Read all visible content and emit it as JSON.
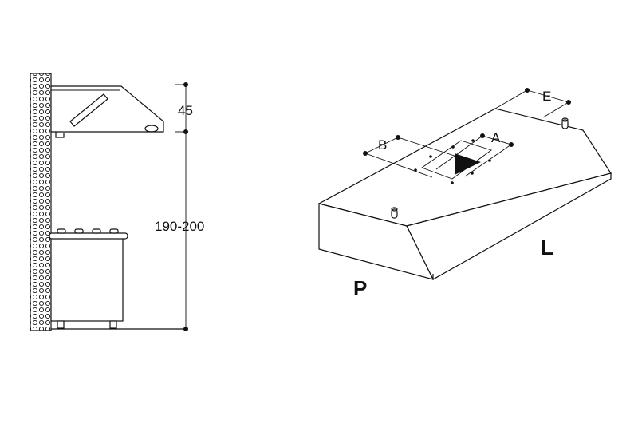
{
  "side_view": {
    "height_top_label": "45",
    "height_total_label": "190-200"
  },
  "perspective_view": {
    "label_e": "E",
    "label_b": "B",
    "label_a": "A",
    "label_length": "L",
    "label_depth": "P"
  }
}
